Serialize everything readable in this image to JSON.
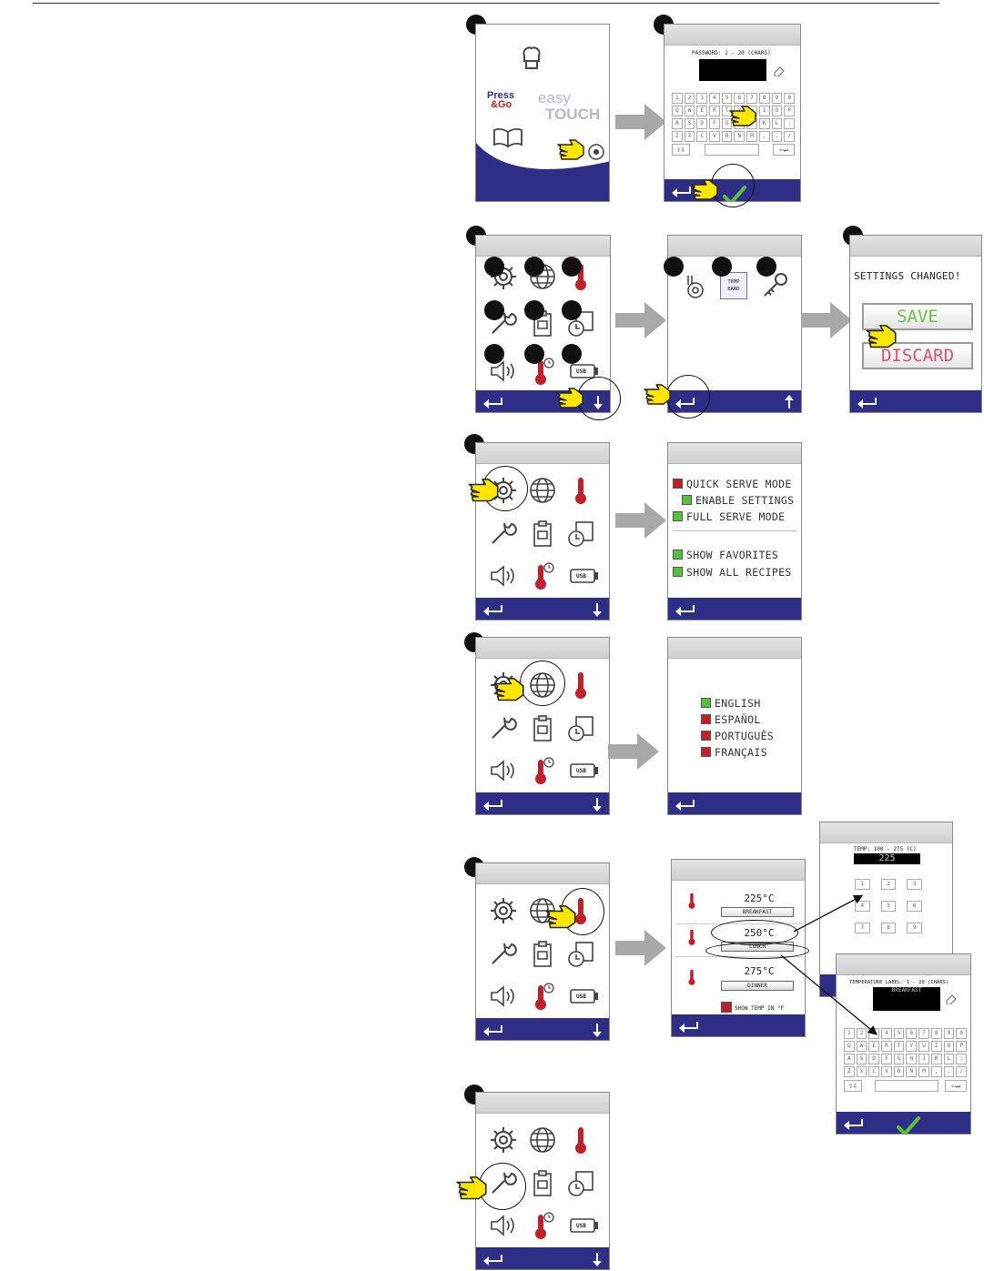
{
  "screens": {
    "password": {
      "prompt": "PASSWORD: 1 - 20 (CHARS)",
      "keys": [
        "1",
        "2",
        "3",
        "4",
        "5",
        "6",
        "7",
        "8",
        "9",
        "0",
        "Q",
        "W",
        "E",
        "R",
        "T",
        "Y",
        "U",
        "I",
        "O",
        "P",
        "A",
        "S",
        "D",
        "F",
        "G",
        "H",
        "J",
        "K",
        "L",
        ":",
        "Z",
        "X",
        "C",
        "V",
        "B",
        "N",
        "M",
        ",",
        ".",
        "/"
      ]
    },
    "home": {
      "brand_press_1": "Press",
      "brand_press_2": "&Go",
      "brand_easy_1": "easy",
      "brand_easy_2": "TOUCH"
    },
    "usb_label": "USB",
    "temp_band_label": "TEMP BAND",
    "settings_changed": {
      "title": "SETTINGS CHANGED!",
      "save": "SAVE",
      "discard": "DISCARD"
    },
    "serve_mode": {
      "options": [
        {
          "label": "QUICK SERVE MODE",
          "state": "red"
        },
        {
          "label": "ENABLE SETTINGS",
          "state": "green"
        },
        {
          "label": "FULL SERVE MODE",
          "state": "green"
        },
        {
          "label": "SHOW FAVORITES",
          "state": "green"
        },
        {
          "label": "SHOW ALL RECIPES",
          "state": "green"
        }
      ]
    },
    "language": {
      "options": [
        {
          "label": "ENGLISH",
          "state": "green"
        },
        {
          "label": "ESPAÑOL",
          "state": "red"
        },
        {
          "label": "PORTUGUÊS",
          "state": "red"
        },
        {
          "label": "FRANÇAIS",
          "state": "red"
        }
      ]
    },
    "temp_bands": {
      "bands": [
        {
          "temp": "225°C",
          "label": "BREAKFAST"
        },
        {
          "temp": "250°C",
          "label": "LUNCH"
        },
        {
          "temp": "275°C",
          "label": "DINNER"
        }
      ],
      "show_f": "SHOW TEMP IN °F"
    },
    "temp_entry": {
      "prompt": "TEMP: 100 - 275 (C)",
      "value": "225",
      "keys": [
        "1",
        "2",
        "3",
        "4",
        "5",
        "6",
        "7",
        "8",
        "9"
      ]
    },
    "label_entry": {
      "prompt": "TEMPERATURE LABEL: 1 - 20 (CHARS)",
      "value": "BREAKFAST",
      "keys": [
        "1",
        "2",
        "3",
        "4",
        "5",
        "6",
        "7",
        "8",
        "9",
        "0",
        "Q",
        "W",
        "E",
        "R",
        "T",
        "Y",
        "U",
        "I",
        "O",
        "P",
        "A",
        "S",
        "D",
        "F",
        "G",
        "H",
        "J",
        "K",
        "L",
        ":",
        "Z",
        "X",
        "C",
        "V",
        "B",
        "N",
        "M",
        ",",
        ".",
        "/"
      ]
    }
  },
  "colors": {
    "bottom_bar": "#2e2e86",
    "check_green": "#5cbf3b",
    "check_red": "#c0202a",
    "hand_yellow": "#ffe600",
    "save_text": "#6cc04a",
    "discard_text": "#e0506a"
  }
}
